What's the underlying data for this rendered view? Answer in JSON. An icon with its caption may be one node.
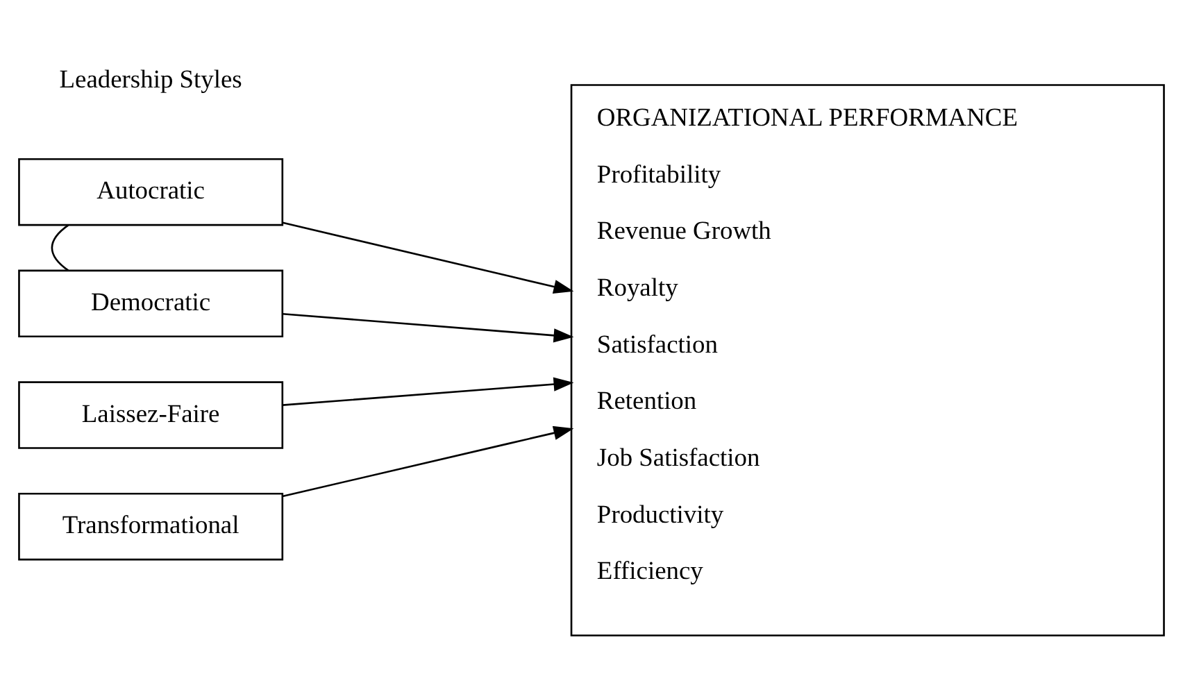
{
  "diagram": {
    "nodes": [
      {
        "text": [
          "Autocratic"
        ]
      },
      {
        "text": [
          "Democratic"
        ]
      },
      {
        "text": [
          "Laissez-Faire"
        ]
      },
      {
        "text": [
          "Transformational"
        ]
      },
      {
        "text": [
          "ORGANIZATIONAL PERFORMANCE",
          "Profitability",
          "Revenue Growth",
          "Royalty",
          "Satisfaction",
          "Retention",
          "Job Satisfaction",
          "Productivity",
          "Efficiency"
        ]
      }
    ],
    "edges": [
      {
        "from": 0,
        "to": 4,
        "arrow": "to"
      },
      {
        "from": 1,
        "to": 4,
        "arrow": "to"
      },
      {
        "from": 2,
        "to": 4,
        "arrow": "to"
      },
      {
        "from": 3,
        "to": 4,
        "arrow": "to"
      },
      {
        "from": 0,
        "to": 1,
        "arrow": "none"
      }
    ],
    "labels": [
      "Leadership Styles"
    ]
  }
}
